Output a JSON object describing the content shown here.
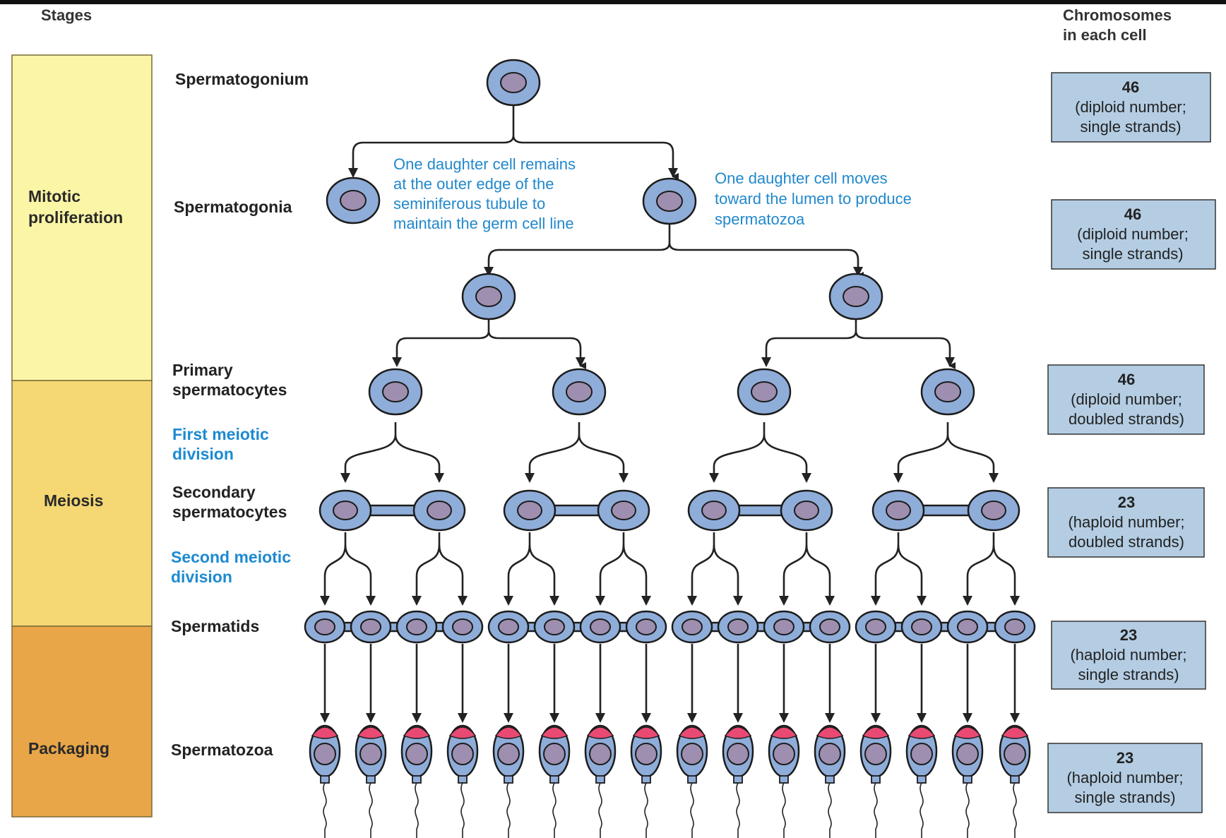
{
  "header": {
    "stages_label": "Stages",
    "chromosomes_label_line1": "Chromosomes",
    "chromosomes_label_line2": "in each cell"
  },
  "stages": [
    {
      "line1": "Mitotic",
      "line2": "proliferation",
      "color": "#fbf6a6"
    },
    {
      "line1": "Meiosis",
      "line2": "",
      "color": "#f5d873"
    },
    {
      "line1": "Packaging",
      "line2": "",
      "color": "#e8a648"
    }
  ],
  "rows": {
    "spermatogonium": "Spermatogonium",
    "spermatogonia": "Spermatogonia",
    "primary_line1": "Primary",
    "primary_line2": "spermatocytes",
    "first_meiotic_line1": "First meiotic",
    "first_meiotic_line2": "division",
    "secondary_line1": "Secondary",
    "secondary_line2": "spermatocytes",
    "second_meiotic_line1": "Second meiotic",
    "second_meiotic_line2": "division",
    "spermatids": "Spermatids",
    "spermatozoa": "Spermatozoa"
  },
  "annotations": {
    "left": [
      "One daughter cell remains",
      "at the outer edge of the",
      "seminiferous tubule to",
      "maintain the germ cell line"
    ],
    "right": [
      "One daughter cell moves",
      "toward the lumen to produce",
      "spermatozoa"
    ]
  },
  "chromosome_boxes": [
    {
      "number": "46",
      "line1": "(diploid number;",
      "line2": "single strands)"
    },
    {
      "number": "46",
      "line1": "(diploid number;",
      "line2": "single strands)"
    },
    {
      "number": "46",
      "line1": "(diploid number;",
      "line2": "doubled strands)"
    },
    {
      "number": "23",
      "line1": "(haploid number;",
      "line2": "doubled strands)"
    },
    {
      "number": "23",
      "line1": "(haploid number;",
      "line2": "single strands)"
    },
    {
      "number": "23",
      "line1": "(haploid number;",
      "line2": "single strands)"
    }
  ],
  "colors": {
    "cell": "#8fadd9",
    "nucleus": "#9e8fb0",
    "acrosome": "#e84a73",
    "annotation_blue": "#2288cc",
    "chromosome_box": "#b4cde3"
  }
}
